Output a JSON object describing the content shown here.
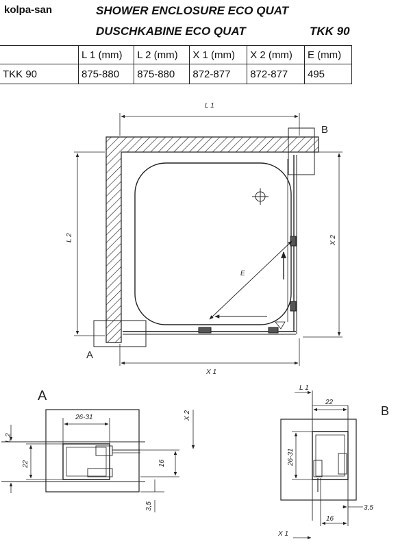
{
  "header": {
    "logo": "kolpa-san",
    "title_en": "SHOWER ENCLOSURE ECO QUAT",
    "title_de": "DUSCHKABINE  ECO QUAT",
    "model": "TKK 90"
  },
  "spec_table": {
    "columns": [
      "",
      "L 1  (mm)",
      "L 2  (mm)",
      "X 1  (mm)",
      "X 2  (mm)",
      "E (mm)"
    ],
    "rows": [
      [
        "TKK 90",
        "875-880",
        "875-880",
        "872-877",
        "872-877",
        "495"
      ]
    ]
  },
  "main_drawing": {
    "label_l1": "L 1",
    "label_l2": "L 2",
    "label_x1": "X 1",
    "label_x2": "X 2",
    "label_e": "E",
    "detail_a": "A",
    "detail_b": "B"
  },
  "detail_a": {
    "title": "A",
    "dim_26_31": "26-31",
    "dim_22": "22",
    "dim_16": "16",
    "dim_3_5": "3,5",
    "label_l2": "L 2",
    "label_x2": "X 2"
  },
  "detail_b": {
    "title": "B",
    "label_l1": "L 1",
    "dim_22": "22",
    "dim_26_31": "26-31",
    "dim_3_5": "3,5",
    "dim_16": "16",
    "label_x1": "X 1"
  }
}
